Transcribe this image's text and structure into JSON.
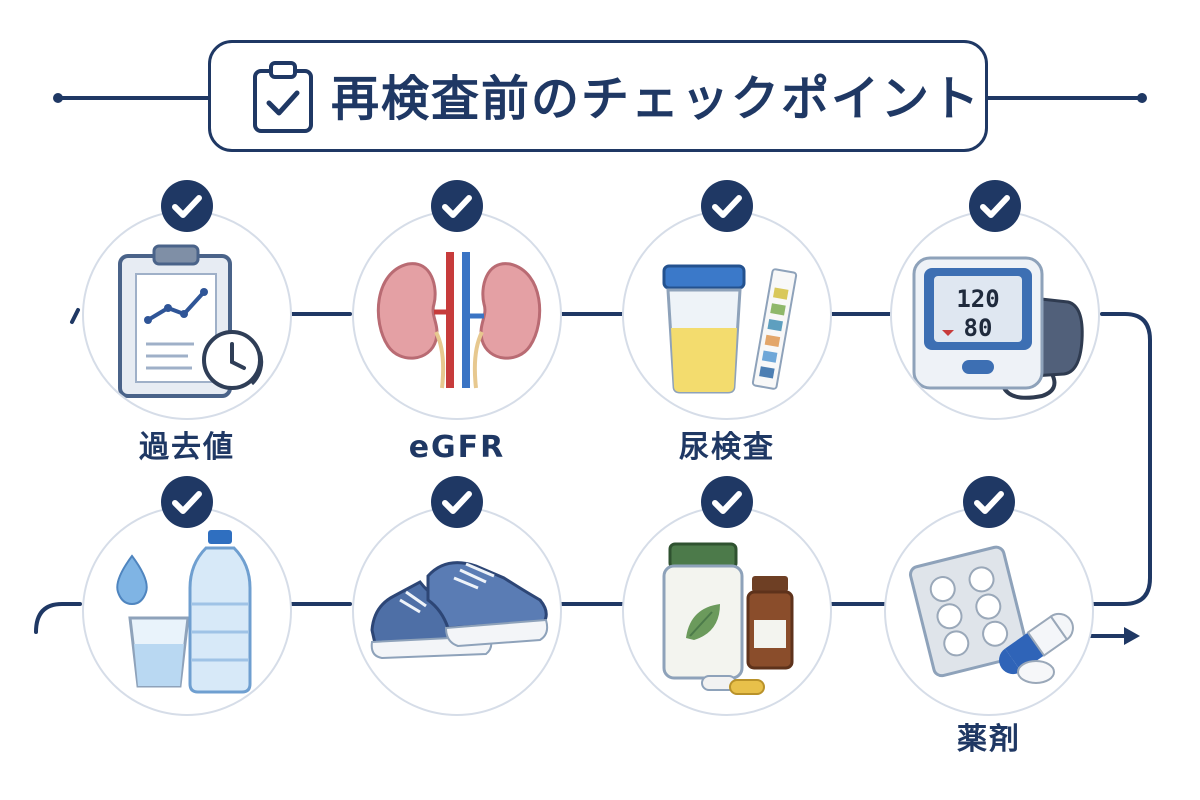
{
  "title": "再検査前のチェックポイント",
  "colors": {
    "navy": "#1f3864",
    "circle_border": "#d6dde8",
    "check_fill": "#1f3864"
  },
  "items": [
    {
      "label": "過去値",
      "icon": "clipboard-chart-clock-icon"
    },
    {
      "label": "eGFR",
      "icon": "kidneys-icon"
    },
    {
      "label": "尿検査",
      "icon": "urine-cup-test-strip-icon"
    },
    {
      "label": "",
      "icon": "blood-pressure-monitor-icon",
      "readout_sys": "120",
      "readout_dia": "80"
    },
    {
      "label": "",
      "icon": "water-glass-bottle-icon"
    },
    {
      "label": "",
      "icon": "sneakers-icon"
    },
    {
      "label": "",
      "icon": "supplement-bottles-icon"
    },
    {
      "label": "薬剤",
      "icon": "medicine-blister-pack-icon"
    }
  ]
}
